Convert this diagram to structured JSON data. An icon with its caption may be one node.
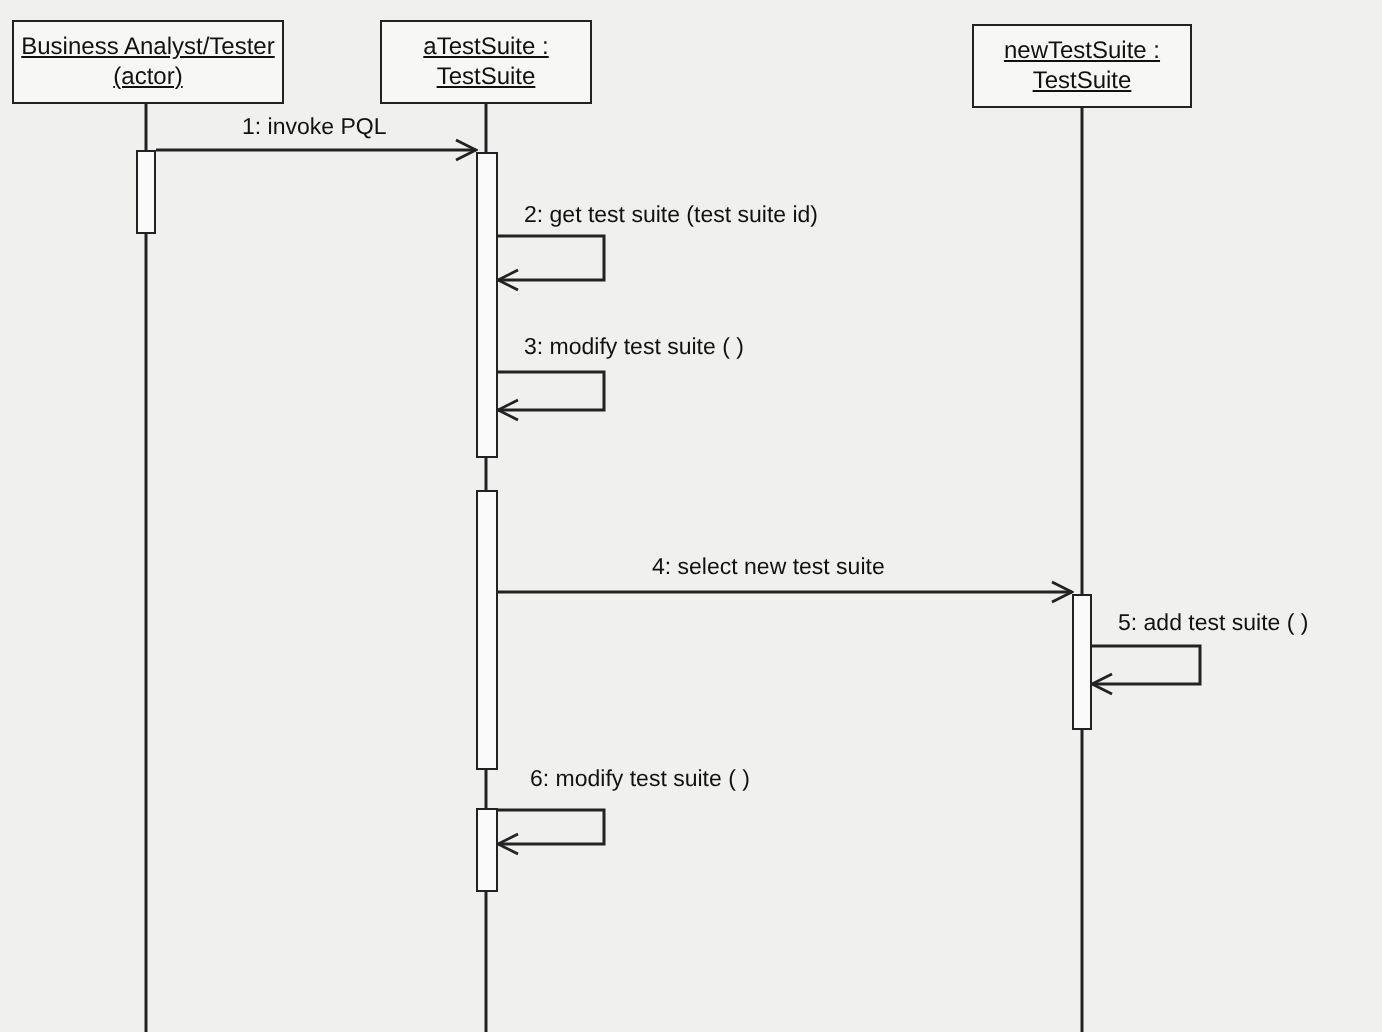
{
  "diagram": {
    "nodes": [
      {
        "text": [
          "Business Analyst/Tester (actor)"
        ]
      },
      {
        "text": [
          "aTestSuite : TestSuite"
        ]
      },
      {
        "text": [
          "newTestSuite : TestSuite"
        ]
      },
      {
        "text": [],
        "shape": "bar"
      },
      {
        "text": [],
        "shape": "bar"
      },
      {
        "text": [],
        "shape": "bar"
      },
      {
        "text": [],
        "shape": "bar"
      },
      {
        "text": [],
        "shape": "bar"
      }
    ],
    "edges": [
      {
        "from": 3,
        "to": 4,
        "arrow": "to",
        "label": "1: invoke PQL"
      },
      {
        "from": 4,
        "to": 4,
        "arrow": "to",
        "label": "2: get test suite (test suite id)"
      },
      {
        "from": 4,
        "to": 4,
        "arrow": "to",
        "label": "3: modify test suite ( )"
      },
      {
        "from": 5,
        "to": 6,
        "arrow": "to",
        "label": "4: select new test suite"
      },
      {
        "from": 6,
        "to": 6,
        "arrow": "to",
        "label": "5: add test suite ( )"
      },
      {
        "from": 7,
        "to": 7,
        "arrow": "to",
        "label": "6: modify test suite ( )"
      }
    ]
  }
}
